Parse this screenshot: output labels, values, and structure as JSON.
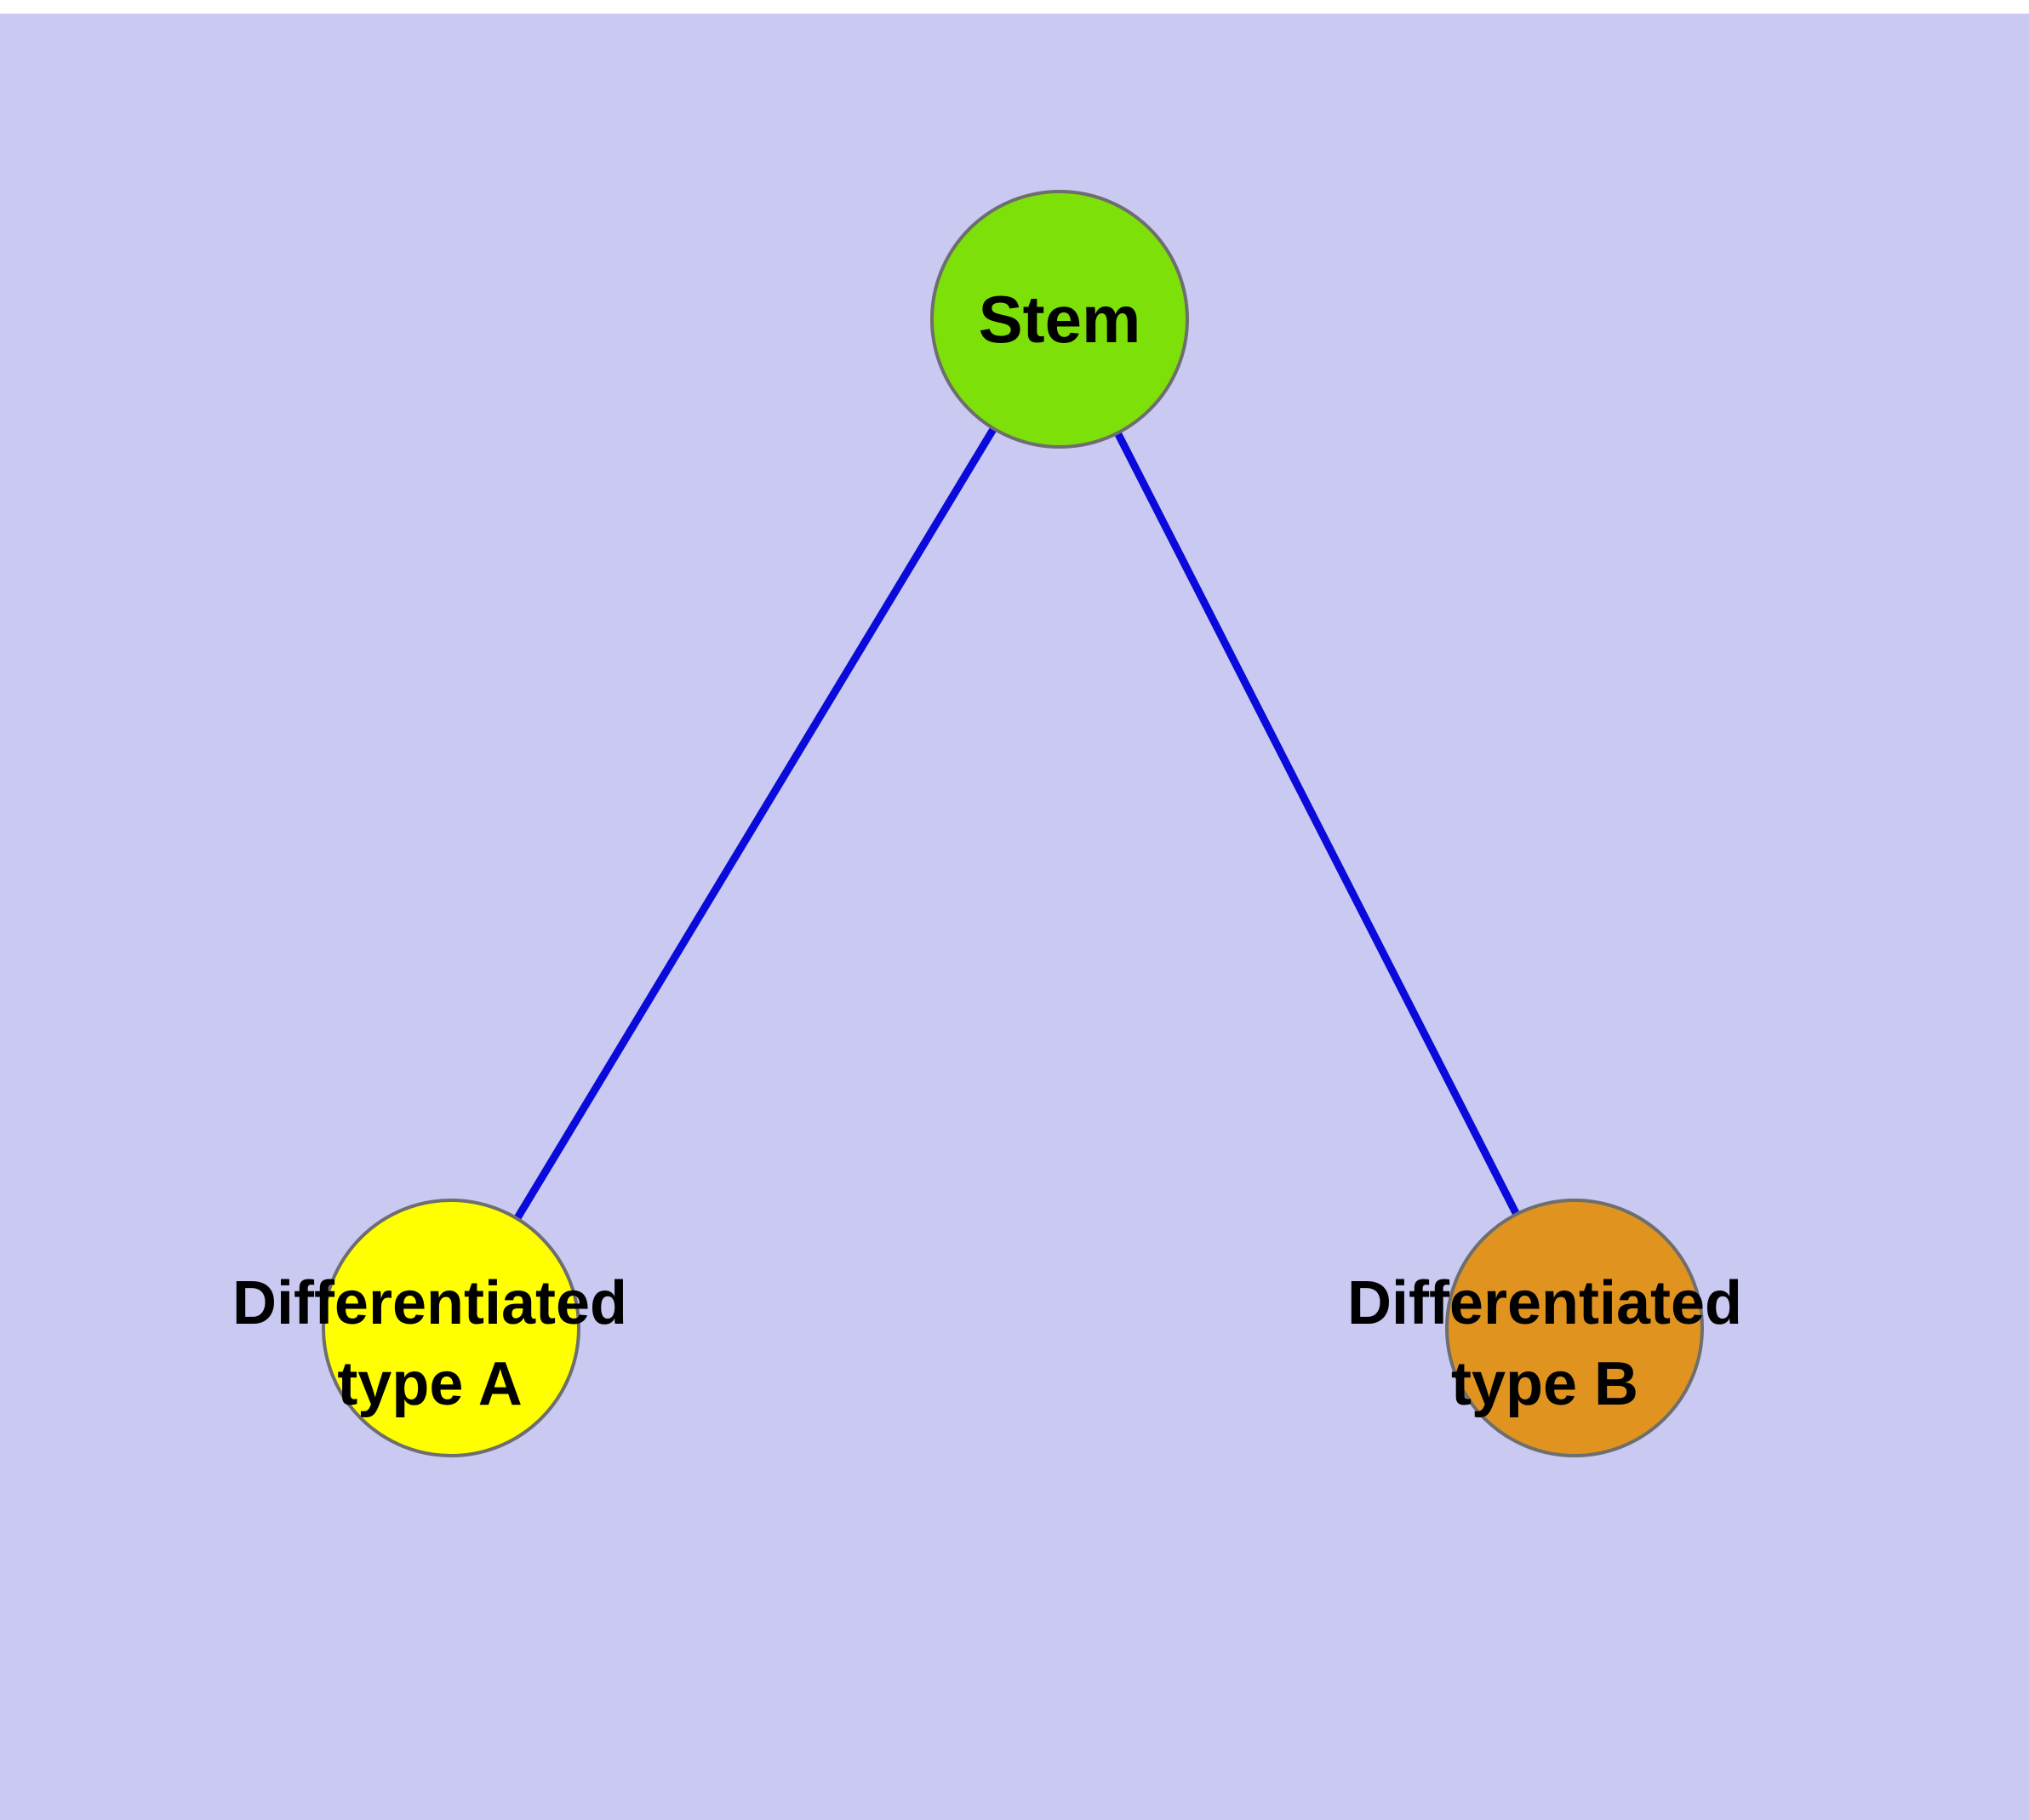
{
  "diagram": {
    "background_color": "#c9c9f1",
    "edge_color": "#0a0ada",
    "node_stroke_color": "#6e6e6e",
    "nodes": {
      "stem": {
        "label": "Stem",
        "color": "#7de009"
      },
      "diff_a": {
        "label_line1": "Differentiated",
        "label_line2": "type A",
        "color": "#ffff00"
      },
      "diff_b": {
        "label_line1": "Differentiated",
        "label_line2": "type B",
        "color": "#e0941f"
      }
    },
    "edges": [
      {
        "from": "stem",
        "to": "diff_a"
      },
      {
        "from": "stem",
        "to": "diff_b"
      }
    ]
  }
}
